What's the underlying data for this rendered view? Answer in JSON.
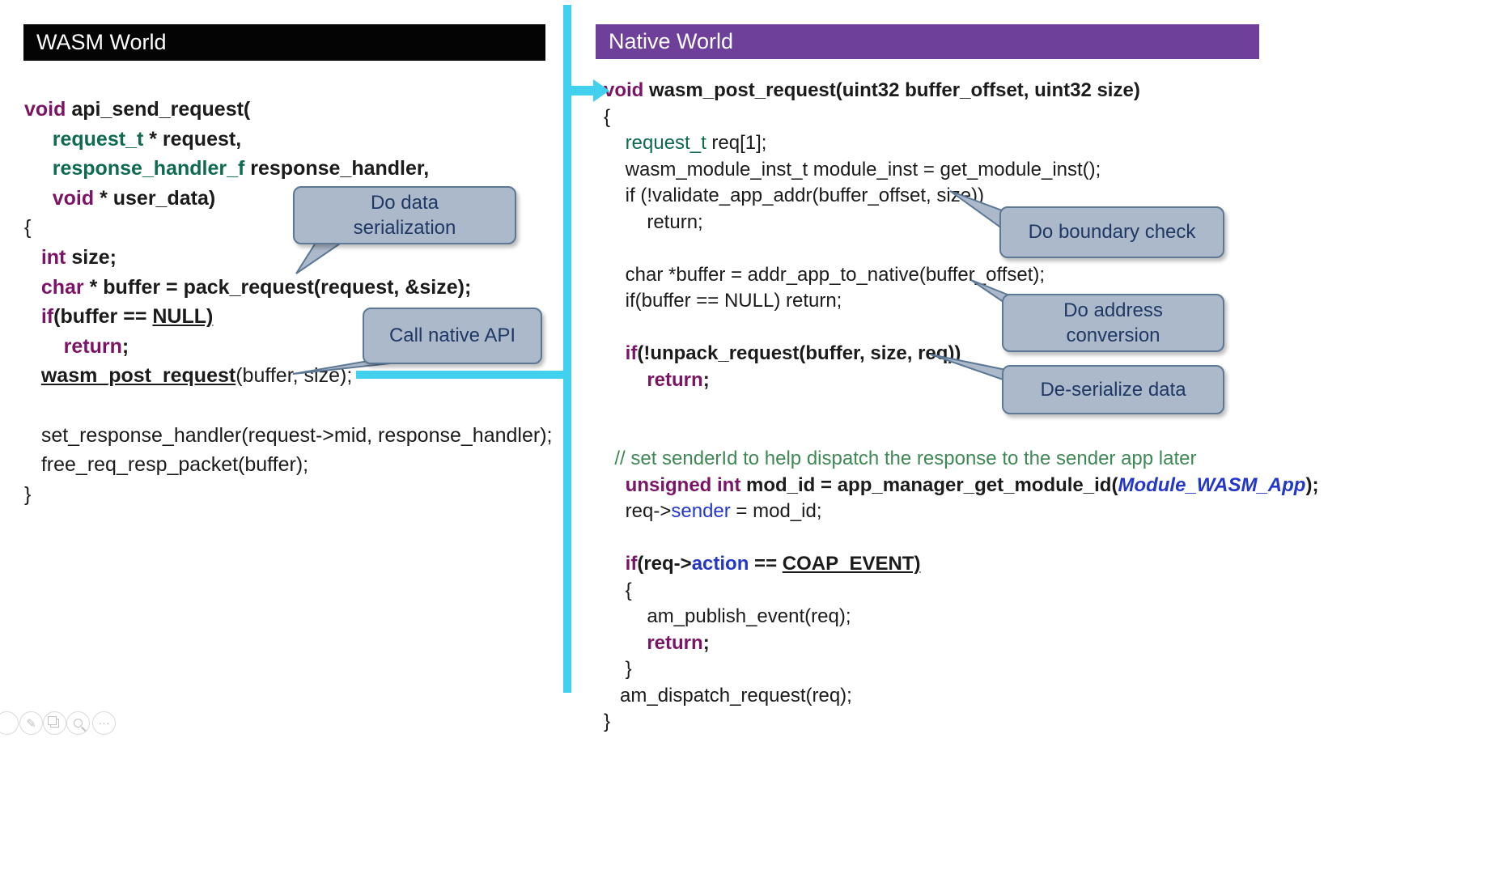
{
  "left": {
    "header": "WASM World",
    "code": [
      [
        {
          "t": "void ",
          "s": "k"
        },
        {
          "t": "api_send_request(",
          "s": "b"
        }
      ],
      [
        {
          "t": "     ",
          "s": "b"
        },
        {
          "t": "request_t ",
          "s": "t"
        },
        {
          "t": "* request,",
          "s": "b"
        }
      ],
      [
        {
          "t": "     ",
          "s": "b"
        },
        {
          "t": "response_handler_f ",
          "s": "t"
        },
        {
          "t": "response_handler,",
          "s": "b"
        }
      ],
      [
        {
          "t": "     ",
          "s": "b"
        },
        {
          "t": "void ",
          "s": "k"
        },
        {
          "t": "* user_data)",
          "s": "b"
        }
      ],
      [
        {
          "t": "{",
          "s": "n"
        }
      ],
      [
        {
          "t": "   ",
          "s": "b"
        },
        {
          "t": "int ",
          "s": "k"
        },
        {
          "t": "size;",
          "s": "b"
        }
      ],
      [
        {
          "t": "   ",
          "s": "b"
        },
        {
          "t": "char ",
          "s": "k"
        },
        {
          "t": "* buffer = pack_request(request, &size);",
          "s": "b"
        }
      ],
      [
        {
          "t": "   ",
          "s": "b"
        },
        {
          "t": "if",
          "s": "k"
        },
        {
          "t": "(buffer == ",
          "s": "b"
        },
        {
          "t": "NULL)",
          "s": "ub"
        }
      ],
      [
        {
          "t": "       ",
          "s": "b"
        },
        {
          "t": "return",
          "s": "k"
        },
        {
          "t": ";",
          "s": "b"
        }
      ],
      [
        {
          "t": "   ",
          "s": "b"
        },
        {
          "t": "wasm_post_request",
          "s": "ub"
        },
        {
          "t": "(buffer, size);",
          "s": "n"
        }
      ],
      [],
      [
        {
          "t": "   set_response_handler(request->mid, response_handler);",
          "s": "n"
        }
      ],
      [
        {
          "t": "   free_req_resp_packet(buffer);",
          "s": "n"
        }
      ],
      [
        {
          "t": "}",
          "s": "n"
        }
      ]
    ]
  },
  "right": {
    "header": "Native World",
    "code": [
      [
        {
          "t": "void ",
          "s": "k"
        },
        {
          "t": "wasm_post_request(uint32 buffer_offset, uint32 size)",
          "s": "b"
        }
      ],
      [
        {
          "t": "{",
          "s": "n"
        }
      ],
      [
        {
          "t": "    ",
          "s": "n"
        },
        {
          "t": "request_t",
          "s": "tn"
        },
        {
          "t": " req[1];",
          "s": "n"
        }
      ],
      [
        {
          "t": "    wasm_module_inst_t module_inst = get_module_inst();",
          "s": "n"
        }
      ],
      [
        {
          "t": "    if (!validate_app_addr(buffer_offset, size))",
          "s": "n"
        }
      ],
      [
        {
          "t": "        return;",
          "s": "n"
        }
      ],
      [],
      [
        {
          "t": "    char *buffer = addr_app_to_native(buffer_offset);",
          "s": "n"
        }
      ],
      [
        {
          "t": "    if(buffer == NULL) return;",
          "s": "n"
        }
      ],
      [],
      [
        {
          "t": "    ",
          "s": "b"
        },
        {
          "t": "if",
          "s": "k"
        },
        {
          "t": "(!unpack_request(buffer, size, req))",
          "s": "b"
        }
      ],
      [
        {
          "t": "        ",
          "s": "b"
        },
        {
          "t": "return",
          "s": "k"
        },
        {
          "t": ";",
          "s": "b"
        }
      ],
      [],
      [],
      [
        {
          "t": "  ",
          "s": "c"
        },
        {
          "t": "// set senderId to help dispatch the response to the sender app later",
          "s": "c"
        }
      ],
      [
        {
          "t": "    ",
          "s": "b"
        },
        {
          "t": "unsigned int ",
          "s": "k"
        },
        {
          "t": "mod_id = app_manager_get_module_id(",
          "s": "b"
        },
        {
          "t": "Module_WASM_App",
          "s": "bli"
        },
        {
          "t": ");",
          "s": "b"
        }
      ],
      [
        {
          "t": "    req->",
          "s": "n"
        },
        {
          "t": "sender",
          "s": "bl"
        },
        {
          "t": " = mod_id;",
          "s": "n"
        }
      ],
      [],
      [
        {
          "t": "    ",
          "s": "b"
        },
        {
          "t": "if",
          "s": "k"
        },
        {
          "t": "(req->",
          "s": "b"
        },
        {
          "t": "action",
          "s": "blb"
        },
        {
          "t": " == ",
          "s": "b"
        },
        {
          "t": "COAP_EVENT)",
          "s": "ub"
        }
      ],
      [
        {
          "t": "    {",
          "s": "n"
        }
      ],
      [
        {
          "t": "        am_publish_event(req);",
          "s": "n"
        }
      ],
      [
        {
          "t": "        ",
          "s": "b"
        },
        {
          "t": "return",
          "s": "k"
        },
        {
          "t": ";",
          "s": "b"
        }
      ],
      [
        {
          "t": "    }",
          "s": "n"
        }
      ],
      [
        {
          "t": "   am_dispatch_request(req);",
          "s": "n"
        }
      ],
      [
        {
          "t": "}",
          "s": "n"
        }
      ]
    ]
  },
  "callouts": {
    "serialization": "Do data\nserialization",
    "call_native": "Call native API",
    "boundary": "Do boundary check",
    "address": "Do address\nconversion",
    "deserialize": "De-serialize data"
  },
  "toolbar": {
    "pen_glyph": "✎",
    "more_glyph": "…"
  },
  "colors": {
    "accent_cyan": "#41D0EE",
    "wasm_header_bg": "#040404",
    "native_header_bg": "#6E4099",
    "callout_fill": "#ACB9CB",
    "callout_border": "#5D7894",
    "callout_text": "#1F3864",
    "keyword_purple": "#7B1464",
    "type_green": "#0E6B4F",
    "comment_green": "#3E8853",
    "identifier_blue": "#2338C8"
  }
}
